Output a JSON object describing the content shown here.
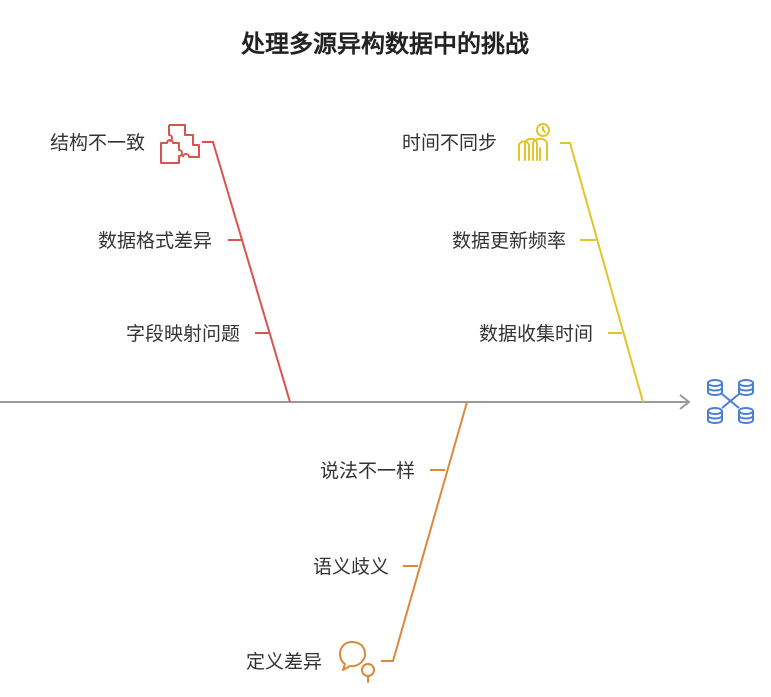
{
  "title": "处理多源异构数据中的挑战",
  "colors": {
    "spine": "#9a9a9a",
    "branch_structure": "#d9534f",
    "branch_time": "#e2c529",
    "branch_semantic": "#d9893b",
    "effect_icon": "#4a7fd4"
  },
  "branches": {
    "structure": {
      "head": "结构不一致",
      "icon": "puzzle-icon",
      "causes": [
        "数据格式差异",
        "字段映射问题"
      ]
    },
    "time": {
      "head": "时间不同步",
      "icon": "people-clock-icon",
      "causes": [
        "数据更新频率",
        "数据收集时间"
      ]
    },
    "semantic": {
      "head": "定义差异",
      "icon": "speech-search-icon",
      "causes": [
        "说法不一样",
        "语义歧义"
      ]
    }
  },
  "effect": {
    "icon": "database-network-icon"
  }
}
